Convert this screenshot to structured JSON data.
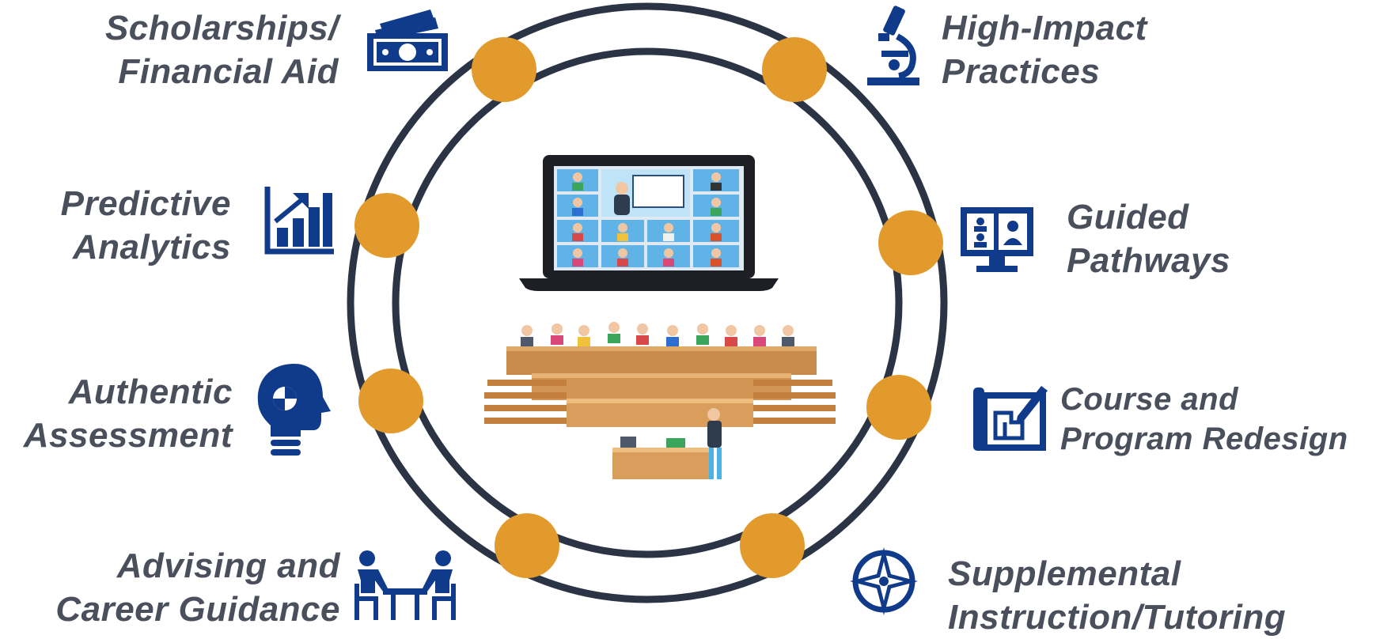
{
  "colors": {
    "ring": "#2b3444",
    "node": "#e29a2c",
    "icon": "#103a8a",
    "text": "#4a4f5c"
  },
  "items": [
    {
      "id": "scholarships",
      "lines": [
        "Scholarships/",
        "Financial Aid"
      ],
      "icon": "money-icon"
    },
    {
      "id": "high-impact",
      "lines": [
        "High-Impact",
        "Practices"
      ],
      "icon": "microscope-icon"
    },
    {
      "id": "predictive",
      "lines": [
        "Predictive",
        "Analytics"
      ],
      "icon": "bar-chart-growth-icon"
    },
    {
      "id": "guided",
      "lines": [
        "Guided",
        "Pathways"
      ],
      "icon": "monitor-people-icon"
    },
    {
      "id": "authentic",
      "lines": [
        "Authentic",
        "Assessment"
      ],
      "icon": "head-brain-icon"
    },
    {
      "id": "course",
      "lines": [
        "Course and",
        "Program Redesign"
      ],
      "icon": "blueprint-pencil-icon"
    },
    {
      "id": "advising",
      "lines": [
        "Advising and",
        "Career Guidance"
      ],
      "icon": "meeting-table-icon"
    },
    {
      "id": "supplemental",
      "lines": [
        "Supplemental",
        "Instruction/Tutoring"
      ],
      "icon": "compass-icon"
    }
  ],
  "center": {
    "illustration": "online-and-lecture-hall-illustration"
  }
}
